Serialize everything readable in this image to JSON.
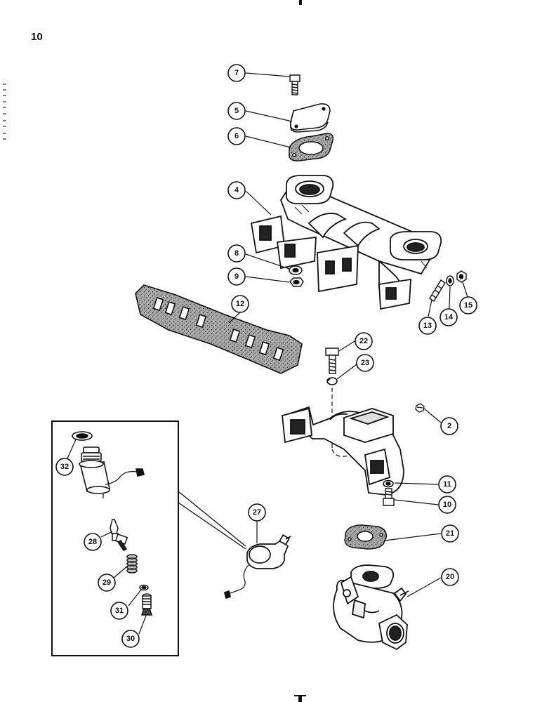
{
  "page": {
    "number": "10"
  },
  "callouts": [
    {
      "id": "c7",
      "label": "7"
    },
    {
      "id": "c5",
      "label": "5"
    },
    {
      "id": "c6",
      "label": "6"
    },
    {
      "id": "c4",
      "label": "4"
    },
    {
      "id": "c8",
      "label": "8"
    },
    {
      "id": "c9",
      "label": "9"
    },
    {
      "id": "c12",
      "label": "12"
    },
    {
      "id": "c13",
      "label": "13"
    },
    {
      "id": "c14",
      "label": "14"
    },
    {
      "id": "c15",
      "label": "15"
    },
    {
      "id": "c22",
      "label": "22"
    },
    {
      "id": "c23",
      "label": "23"
    },
    {
      "id": "c2",
      "label": "2"
    },
    {
      "id": "c11",
      "label": "11"
    },
    {
      "id": "c10",
      "label": "10"
    },
    {
      "id": "c21",
      "label": "21"
    },
    {
      "id": "c20",
      "label": "20"
    },
    {
      "id": "c27",
      "label": "27"
    },
    {
      "id": "c32",
      "label": "32"
    },
    {
      "id": "c28",
      "label": "28"
    },
    {
      "id": "c29",
      "label": "29"
    },
    {
      "id": "c31",
      "label": "31"
    },
    {
      "id": "c30",
      "label": "30"
    }
  ],
  "colors": {
    "ink": "#111111",
    "paper": "#ffffff",
    "gasket_fill": "#8a8a8a"
  }
}
